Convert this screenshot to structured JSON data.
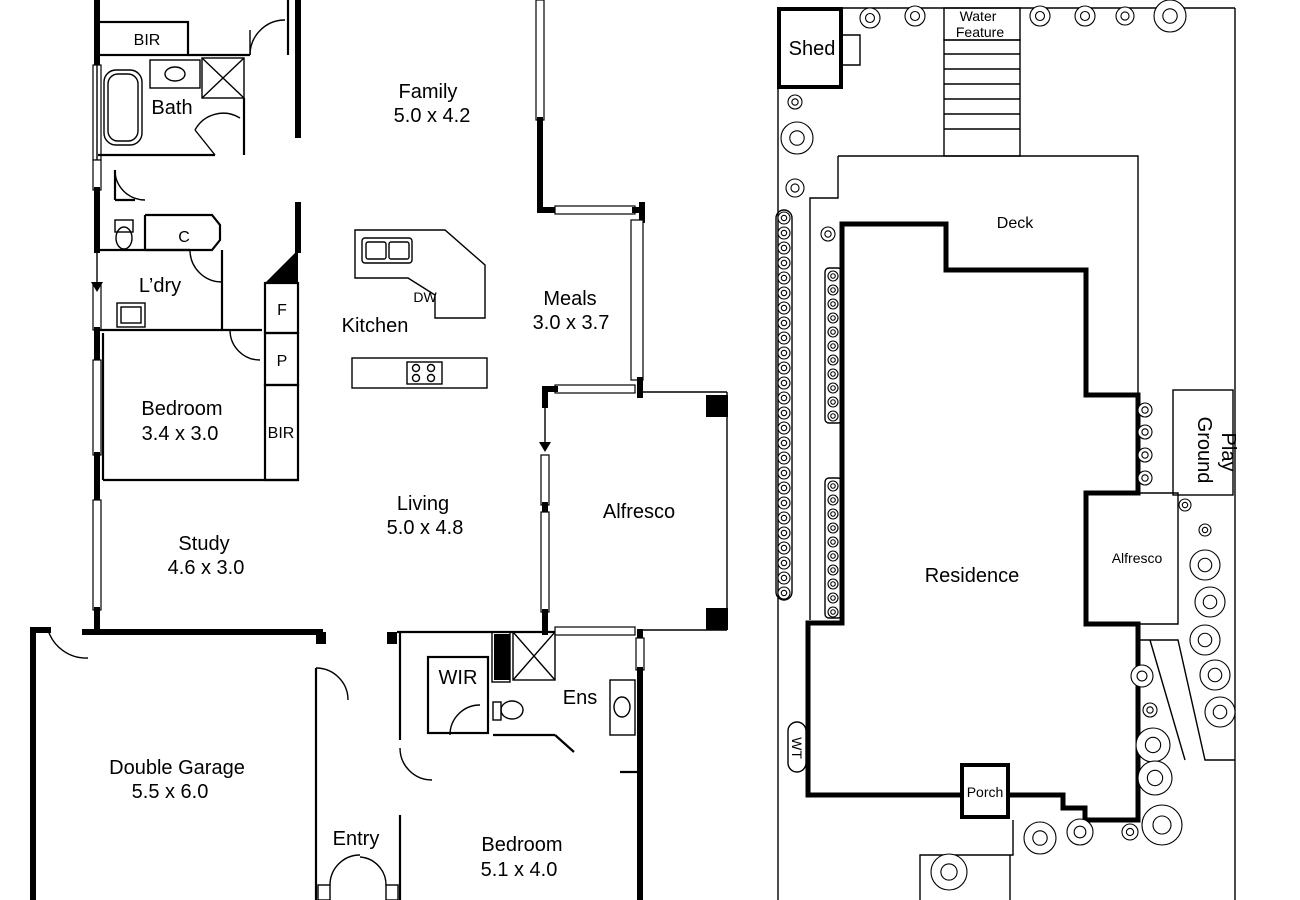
{
  "floor_plan": {
    "rooms": {
      "bir_top": "BIR",
      "bath": "Bath",
      "family": {
        "name": "Family",
        "size": "5.0 x 4.2"
      },
      "c": "C",
      "laundry": "L’dry",
      "f": "F",
      "p": "P",
      "kitchen": "Kitchen",
      "dw": "DW",
      "meals": {
        "name": "Meals",
        "size": "3.0 x 3.7"
      },
      "bedroom2": {
        "name": "Bedroom",
        "size": "3.4 x 3.0"
      },
      "bir_bed": "BIR",
      "living": {
        "name": "Living",
        "size": "5.0 x 4.8"
      },
      "alfresco": "Alfresco",
      "study": {
        "name": "Study",
        "size": "4.6 x 3.0"
      },
      "garage": {
        "name": "Double Garage",
        "size": "5.5 x 6.0"
      },
      "wir": "WIR",
      "ens": "Ens",
      "entry": "Entry",
      "bedroom_main": {
        "name": "Bedroom",
        "size": "5.1 x 4.0"
      }
    }
  },
  "site_plan": {
    "labels": {
      "shed": "Shed",
      "water_feature_line1": "Water",
      "water_feature_line2": "Feature",
      "deck": "Deck",
      "residence": "Residence",
      "alfresco": "Alfresco",
      "play_ground_line1": "Play",
      "play_ground_line2": "Ground",
      "porch": "Porch",
      "wt": "WT"
    }
  }
}
